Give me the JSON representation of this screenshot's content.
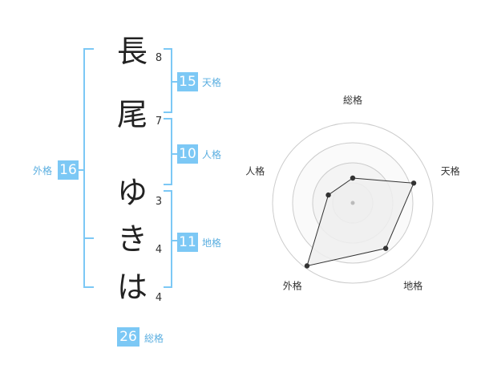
{
  "name_chars": [
    {
      "char": "長",
      "strokes": "8"
    },
    {
      "char": "尾",
      "strokes": "7"
    },
    {
      "char": "ゆ",
      "strokes": "3"
    },
    {
      "char": "き",
      "strokes": "4"
    },
    {
      "char": "は",
      "strokes": "4"
    }
  ],
  "fortune": {
    "tenkaku": {
      "value": "15",
      "label": "天格"
    },
    "jinkaku": {
      "value": "10",
      "label": "人格"
    },
    "chikaku": {
      "value": "11",
      "label": "地格"
    },
    "gaikaku": {
      "value": "16",
      "label": "外格"
    },
    "soukaku": {
      "value": "26",
      "label": "総格"
    }
  },
  "colors": {
    "accent": "#7cc8f5",
    "accent_text": "#5aaee0",
    "bracket": "#7cc8f5",
    "radar_fill": "#eeeeee",
    "radar_line": "#333333",
    "ring": "#cccccc"
  },
  "chart_data": {
    "type": "radar",
    "axes": [
      "総格",
      "天格",
      "地格",
      "外格",
      "人格"
    ],
    "values": [
      0.31,
      0.8,
      0.7,
      0.97,
      0.32
    ],
    "range": [
      0,
      1
    ],
    "rings": 4
  }
}
